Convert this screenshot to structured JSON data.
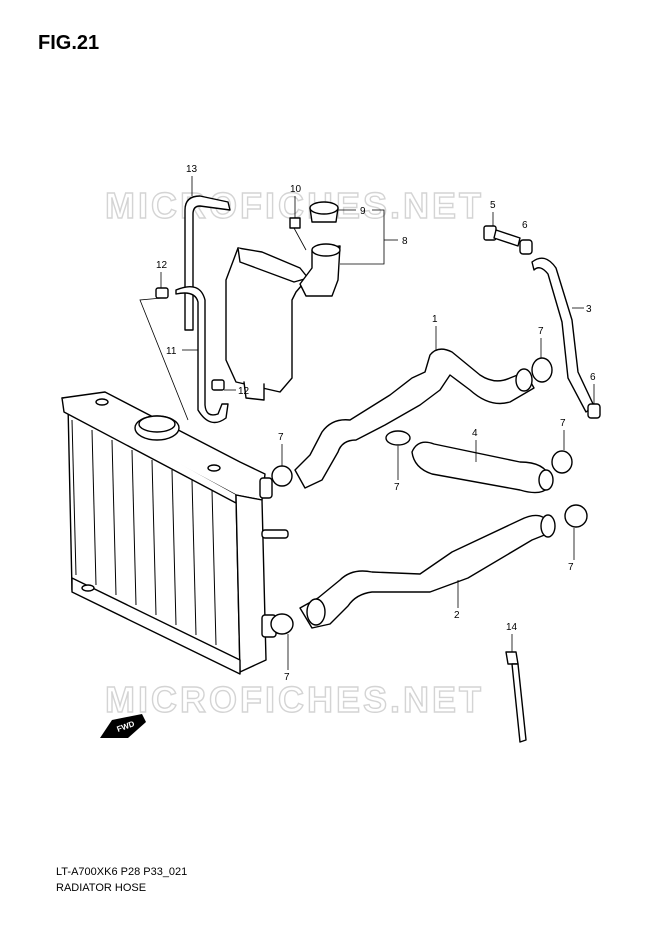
{
  "figure": {
    "title": "FIG.21",
    "model_code": "LT-A700XK6 P28 P33_021",
    "name": "RADIATOR HOSE"
  },
  "watermark": "MICROFICHES.NET",
  "direction_label": "FWD",
  "callouts": [
    "1",
    "2",
    "3",
    "4",
    "5",
    "6",
    "7",
    "8",
    "9",
    "10",
    "11",
    "12",
    "13",
    "14"
  ]
}
